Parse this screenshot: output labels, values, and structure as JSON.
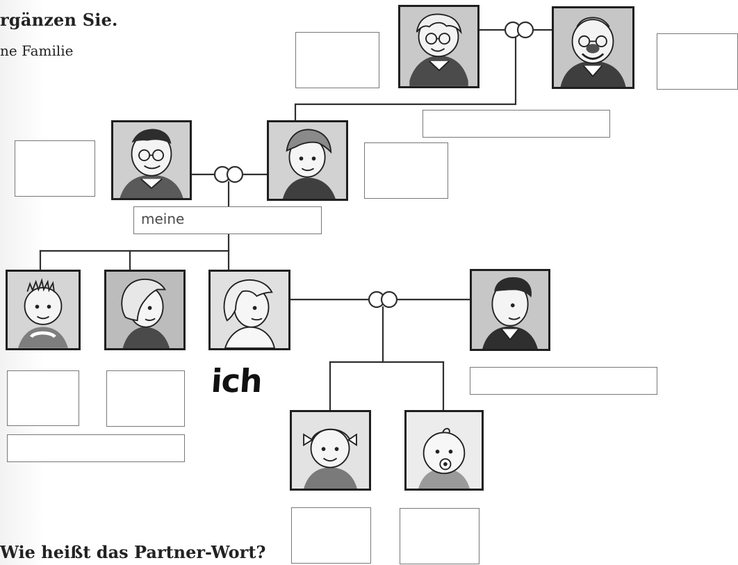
{
  "heading": "rgänzen Sie.",
  "subheading": "ne Familie",
  "footer_heading": "Wie heißt das Partner-Wort?",
  "handwriting": {
    "meine": "meine",
    "ich": "ich"
  },
  "icons": [
    "grandmother-portrait-icon",
    "grandfather-portrait-icon",
    "father-portrait-icon",
    "mother-portrait-icon",
    "brother-portrait-icon",
    "sister-portrait-icon",
    "me-portrait-icon",
    "husband-portrait-icon",
    "daughter-portrait-icon",
    "baby-portrait-icon",
    "wedding-rings-icon"
  ],
  "colors": {
    "line": "#2f2f2f",
    "portrait_border": "#1f1f1f",
    "box_border": "#777777"
  }
}
